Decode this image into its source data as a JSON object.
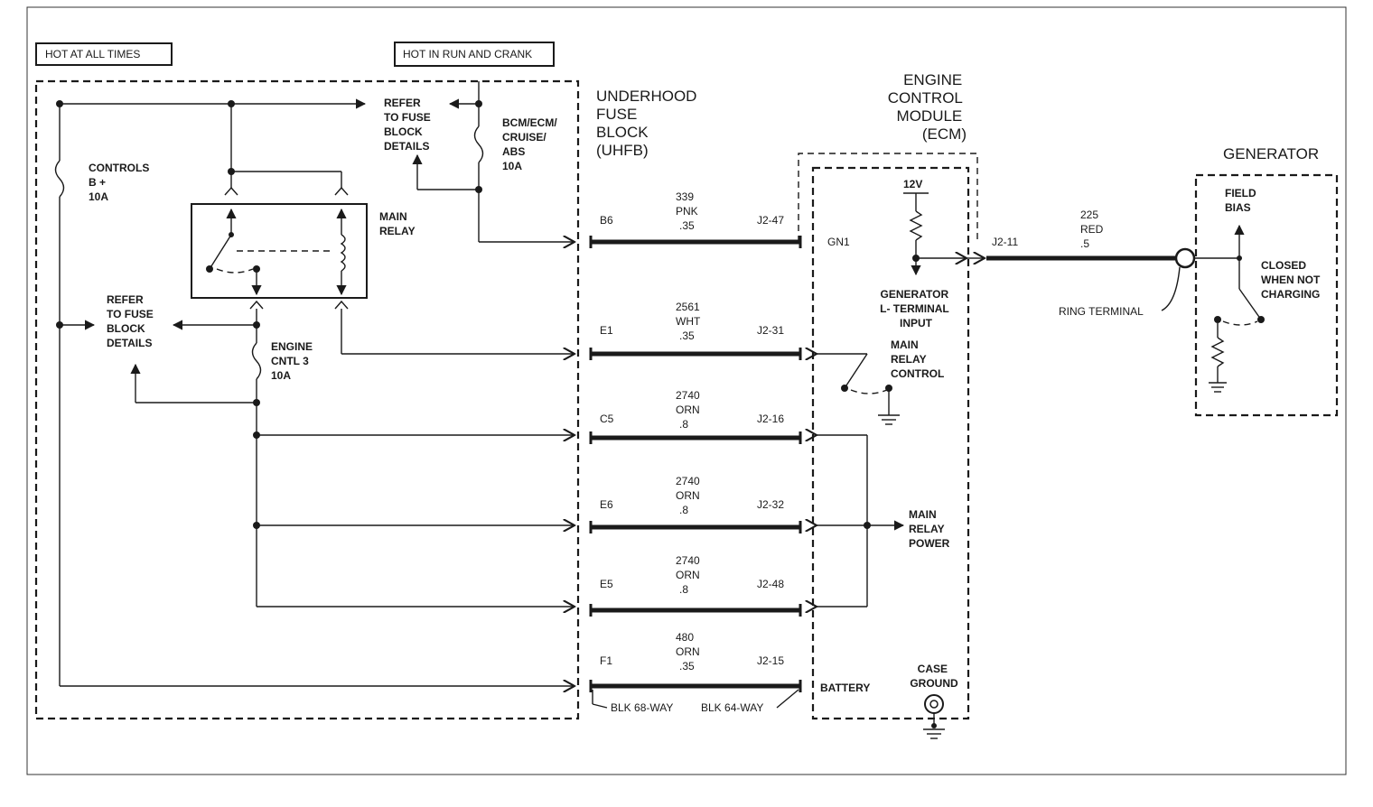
{
  "labels": {
    "hot_at_all_times": "HOT AT ALL TIMES",
    "hot_in_run_and_crank": "HOT IN RUN AND CRANK",
    "refer_fuse_top": [
      "REFER",
      "TO FUSE",
      "BLOCK",
      "DETAILS"
    ],
    "refer_fuse_mid": [
      "REFER",
      "TO FUSE",
      "BLOCK",
      "DETAILS"
    ],
    "controls_fuse": [
      "CONTROLS",
      "B +",
      "10A"
    ],
    "bcm_fuse": [
      "BCM/ECM/",
      "CRUISE/",
      "ABS",
      "10A"
    ],
    "main_relay": [
      "MAIN",
      "RELAY"
    ],
    "engine_fuse": [
      "ENGINE",
      "CNTL 3",
      "10A"
    ],
    "uhfb": [
      "UNDERHOOD",
      "FUSE",
      "BLOCK",
      "(UHFB)"
    ],
    "ecm": [
      "ENGINE",
      "CONTROL",
      "MODULE",
      "(ECM)"
    ],
    "generator": "GENERATOR",
    "gn1": "GN1",
    "v12": "12V",
    "gen_l_input": [
      "GENERATOR",
      "L- TERMINAL",
      "INPUT"
    ],
    "main_relay_control": [
      "MAIN",
      "RELAY",
      "CONTROL"
    ],
    "main_relay_power": [
      "MAIN",
      "RELAY",
      "POWER"
    ],
    "battery": "BATTERY",
    "case_ground": [
      "CASE",
      "GROUND"
    ],
    "blk_68": "BLK 68-WAY",
    "blk_64": "BLK 64-WAY",
    "field_bias": [
      "FIELD",
      "BIAS"
    ],
    "closed_when": [
      "CLOSED",
      "WHEN NOT",
      "CHARGING"
    ],
    "ring_terminal": "RING TERMINAL",
    "gen_wire": [
      "225",
      "RED",
      ".5"
    ],
    "gen_pin": "J2-11"
  },
  "wires": [
    {
      "left": "B6",
      "circuit": "339",
      "color": "PNK",
      "gauge": ".35",
      "right": "J2-47"
    },
    {
      "left": "E1",
      "circuit": "2561",
      "color": "WHT",
      "gauge": ".35",
      "right": "J2-31"
    },
    {
      "left": "C5",
      "circuit": "2740",
      "color": "ORN",
      "gauge": ".8",
      "right": "J2-16"
    },
    {
      "left": "E6",
      "circuit": "2740",
      "color": "ORN",
      "gauge": ".8",
      "right": "J2-32"
    },
    {
      "left": "E5",
      "circuit": "2740",
      "color": "ORN",
      "gauge": ".8",
      "right": "J2-48"
    },
    {
      "left": "F1",
      "circuit": "480",
      "color": "ORN",
      "gauge": ".35",
      "right": "J2-15"
    }
  ]
}
